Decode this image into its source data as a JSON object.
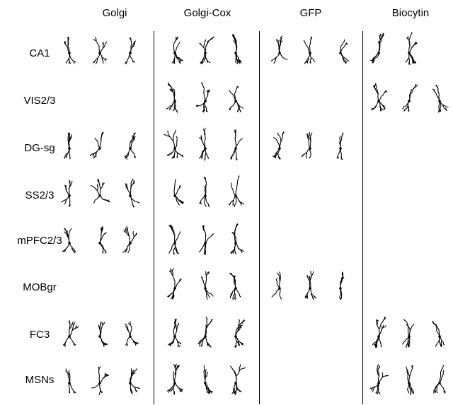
{
  "columns": [
    {
      "id": "golgi",
      "label": "Golgi"
    },
    {
      "id": "golgi-cox",
      "label": "Golgi-Cox"
    },
    {
      "id": "gfp",
      "label": "GFP"
    },
    {
      "id": "biocytin",
      "label": "Biocytin"
    }
  ],
  "rows": [
    {
      "id": "ca1",
      "label": "CA1",
      "cells": {
        "golgi": 3,
        "golgi-cox": 3,
        "gfp": 3,
        "biocytin": 2
      }
    },
    {
      "id": "vis23",
      "label": "VIS2/3",
      "cells": {
        "golgi": 0,
        "golgi-cox": 3,
        "gfp": 0,
        "biocytin": 3
      }
    },
    {
      "id": "dgsg",
      "label": "DG-sg",
      "cells": {
        "golgi": 3,
        "golgi-cox": 3,
        "gfp": 3,
        "biocytin": 0
      }
    },
    {
      "id": "ss23",
      "label": "SS2/3",
      "cells": {
        "golgi": 3,
        "golgi-cox": 3,
        "gfp": 0,
        "biocytin": 0
      }
    },
    {
      "id": "mpfc23",
      "label": "mPFC2/3",
      "cells": {
        "golgi": 3,
        "golgi-cox": 3,
        "gfp": 0,
        "biocytin": 0
      }
    },
    {
      "id": "mobgr",
      "label": "MOBgr",
      "cells": {
        "golgi": 0,
        "golgi-cox": 3,
        "gfp": 3,
        "biocytin": 0
      }
    },
    {
      "id": "fc3",
      "label": "FC3",
      "cells": {
        "golgi": 3,
        "golgi-cox": 3,
        "gfp": 0,
        "biocytin": 3
      }
    },
    {
      "id": "msns",
      "label": "MSNs",
      "cells": {
        "golgi": 3,
        "golgi-cox": 3,
        "gfp": 0,
        "biocytin": 3
      }
    }
  ]
}
